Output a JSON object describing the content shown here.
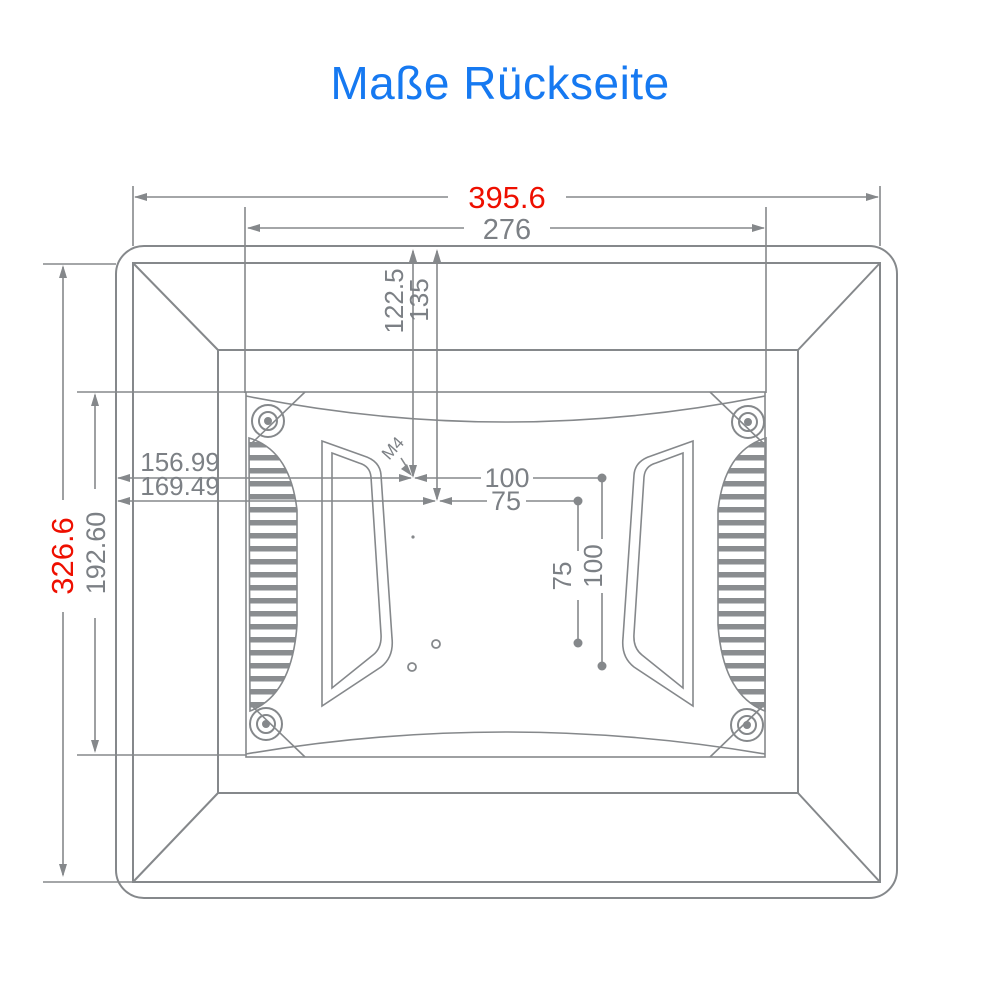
{
  "title": "Maße Rückseite",
  "colors": {
    "title_blue": "#1679f1",
    "dimension_red": "#ee0f00",
    "dimension_gray": "#7c8085",
    "line_gray": "#85888b"
  },
  "drawing": {
    "type": "technical-dimension-drawing",
    "subject": "monitor rear side with VESA mount plate",
    "dimensions": {
      "overall_width": "395.6",
      "plate_width": "276",
      "hole_top_offset_inner": "122.5",
      "hole_top_offset_outer": "135",
      "hole_left_offset_inner": "156.99",
      "hole_left_offset_outer": "169.49",
      "overall_height": "326.6",
      "plate_height": "192.60",
      "vesa_width_100": "100",
      "vesa_width_75": "75",
      "vesa_height_75": "75",
      "vesa_height_100": "100",
      "thread_size": "M4"
    }
  }
}
